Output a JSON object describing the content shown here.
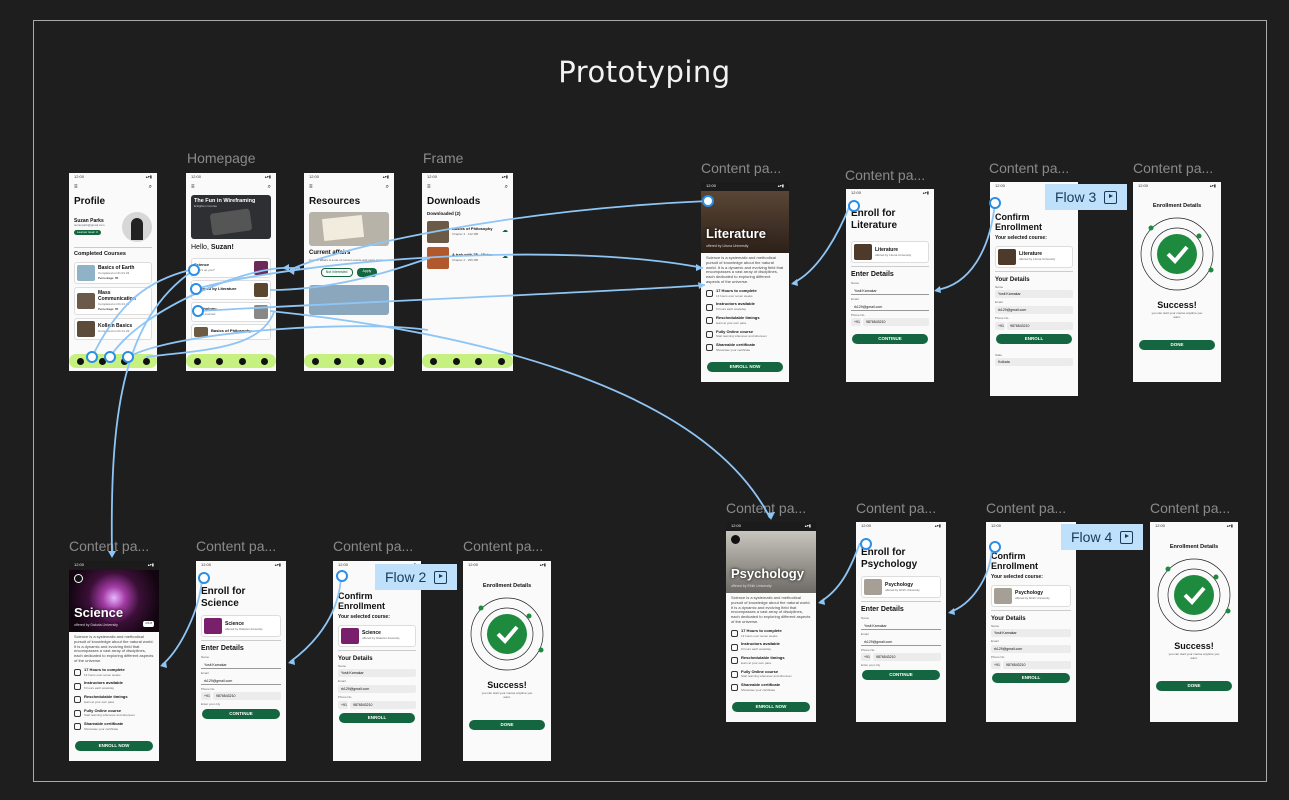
{
  "title": "Prototyping",
  "frame_labels": {
    "homepage": "Homepage",
    "frame": "Frame",
    "content": "Content pa..."
  },
  "flows": [
    "Flow 2",
    "Flow 3",
    "Flow 4"
  ],
  "status_time": "12:00",
  "profile": {
    "title": "Profile",
    "user_name": "Suzan Parks",
    "user_email": "suzanpark@gmail.com",
    "badge": "Learner level: 3",
    "section": "Completed Courses",
    "courses": [
      {
        "name": "Basics of Earth",
        "sub": "Completed on 01.01.23",
        "extra": "Percentage: 85"
      },
      {
        "name": "Mass Communication",
        "sub": "Completed on 01.01.23",
        "extra": "Percentage: 85"
      },
      {
        "name": "Kollam Basics",
        "sub": "Completed on 01.01.23",
        "extra": ""
      }
    ]
  },
  "home": {
    "banner_title": "The Fun in Wireframing",
    "banner_sub": "Enlighten Course",
    "greeting": "Hello, ",
    "greeting_name": "Suzan!",
    "items": [
      {
        "name": "Science",
        "sub": "What's up you?"
      },
      {
        "name": "Intrigued by Literature",
        "sub": ""
      },
      {
        "name": "Psychology",
        "sub": "got you covered"
      },
      {
        "name": "Basics of Philosophy",
        "sub": ""
      }
    ]
  },
  "resources": {
    "title": "Resources",
    "article": "Current affairs",
    "article_sub": "Current affairs is a set of current events and news stories",
    "btn_not": "Not interested",
    "btn_apply": "Apply"
  },
  "downloads": {
    "title": "Downloads",
    "count": "Downloaded (2)",
    "items": [
      {
        "name": "Basics of Philosophy",
        "meta": "Chapter 3 · 142 MB"
      },
      {
        "name": "A trek with 75 - Water",
        "meta": "Chapter 2 · 256 MB"
      }
    ]
  },
  "courses": {
    "literature": {
      "title": "Literature",
      "offered": "offered by Lituna University"
    },
    "psychology": {
      "title": "Psychology",
      "offered": "offered by Elnih University"
    },
    "science": {
      "title": "Science",
      "offered": "offered by Dakota University",
      "tag": "CS 8"
    }
  },
  "content": {
    "desc": "Science is a systematic and methodical pursuit of knowledge about the natural world. It is a dynamic and evolving field that encompasses a vast array of disciplines, each dedicated to exploring different aspects of the universe.",
    "features": [
      {
        "t": "17 Hours to complete",
        "s": "13 hours over seven weeks"
      },
      {
        "t": "Instructors available",
        "s": "6 hours each weekday"
      },
      {
        "t": "Reschedulable timings",
        "s": "learn at your own pace"
      },
      {
        "t": "Fully Online course",
        "s": "Start learning whenever and wherever"
      },
      {
        "t": "Shareable certificate",
        "s": "Showcase your certificate"
      }
    ],
    "enroll_btn": "ENROLL NOW"
  },
  "enroll": {
    "title_prefix": "Enroll for",
    "enter_details": "Enter Details",
    "name_label": "Name",
    "name_val": "Yosit Karnakar",
    "email_label": "Email",
    "email_val": "rk129@gmail.com",
    "phone_label": "Phone No.",
    "phone_code": "+91",
    "phone_val": "9876543210",
    "extra_label": "Enter your city",
    "continue": "CONTINUE"
  },
  "confirm": {
    "title": "Confirm Enrollment",
    "selected": "Your selected course:",
    "your_details": "Your Details",
    "state_label": "State",
    "state_val": "Kolkata",
    "enroll_btn": "ENROLL"
  },
  "success": {
    "header": "Enrollment Details",
    "title": "Success!",
    "sub": "you can start your course anytime you want.",
    "done": "DONE"
  },
  "colors": {
    "accent_green": "#13663f",
    "lime": "#c6f07f",
    "flow_blue": "#bfe0fb",
    "connector": "#8ec5f5"
  }
}
